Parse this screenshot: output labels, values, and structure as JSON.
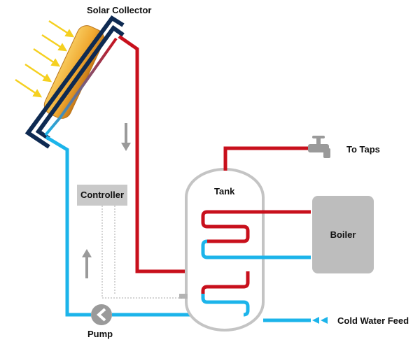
{
  "labels": {
    "collector": "Solar Collector",
    "taps": "To Taps",
    "tank": "Tank",
    "controller": "Controller",
    "boiler": "Boiler",
    "cold_feed": "Cold Water Feed",
    "pump": "Pump"
  },
  "colors": {
    "hot": "#c8101c",
    "cold": "#1cb4ea",
    "collector_frame": "#0e2a52",
    "panel": "#f0a830",
    "sun_rays": "#f5d020",
    "controller_box": "#c9c9c9",
    "boiler_box": "#bdbdbd",
    "tank_outline": "#c4c4c4",
    "arrows": "#9a9a9a"
  },
  "icons": [
    "sun-ray-arrow-icon",
    "tap-icon",
    "pump-icon",
    "flow-arrow-icon"
  ]
}
